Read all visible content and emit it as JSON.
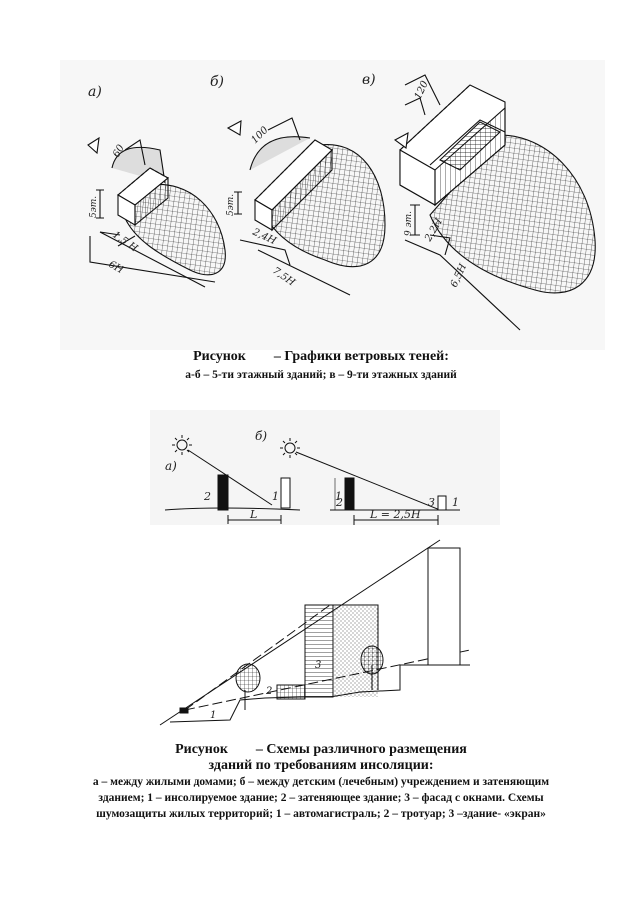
{
  "figure1": {
    "panel_labels": [
      "а)",
      "б)",
      "в)"
    ],
    "dims": {
      "a_width": "60",
      "a_height": "5эт.",
      "a_len1": "1,5 Н",
      "a_len2": "6Н",
      "b_width": "100",
      "b_height": "5эт.",
      "b_len1": "2,4Н",
      "b_len2": "7,5Н",
      "c_width": "120",
      "c_height": "9 эт.",
      "c_len1": "2,2Н",
      "c_len2": "6,5Н"
    },
    "caption_prefix": "Рисунок",
    "caption_title": "– Графики ветровых теней:",
    "caption_sub": "а-б – 5-ти этажный зданий; в – 9-ти этажных зданий"
  },
  "figure2": {
    "panel_a_label": "а)",
    "panel_b_label": "б)",
    "a_num1": "1",
    "a_num2": "2",
    "a_dist": "L",
    "b_num1": "1",
    "b_num2": "2",
    "b_num3": "3",
    "b_dist": "L = 2,5Н",
    "lower_nums": [
      "1",
      "2",
      "3"
    ],
    "caption_prefix": "Рисунок",
    "caption_title": "– Схемы различного  размещения",
    "caption_line2": "зданий по требованиям инсоляции:",
    "caption_body": "а – между жилыми домами; б – между детским (лечебным) учреждением и затеняющим зданием; 1 – инсолируемое здание; 2 – затеняющее здание; 3 – фасад с окнами. Схемы шумозащиты жилых территорий; 1 – автомагистраль; 2 – тротуар; 3 –здание- «экран»"
  }
}
